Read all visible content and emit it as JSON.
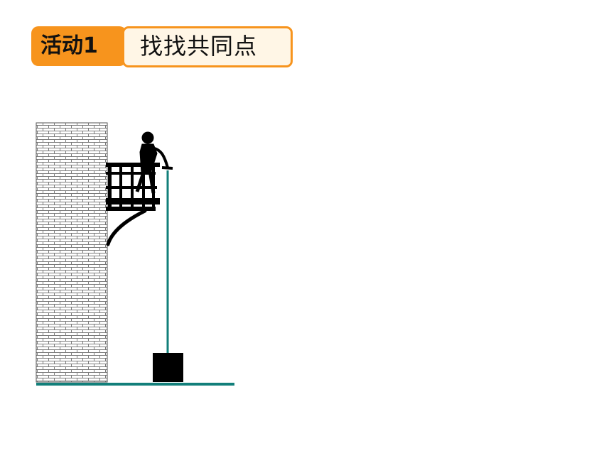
{
  "header": {
    "activity_label": "活动1",
    "activity_title": "找找共同点"
  },
  "colors": {
    "accent": "#f7941d",
    "title_box_fill": "#fff6e6",
    "ground_line": "#127f7a",
    "figure": "#000000"
  },
  "scene": {
    "elements": [
      "brick-wall",
      "balcony",
      "person",
      "rope",
      "weight-block",
      "ground"
    ]
  }
}
